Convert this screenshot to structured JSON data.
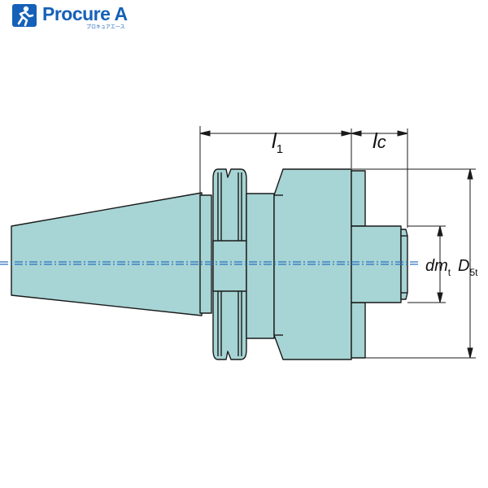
{
  "logo": {
    "name": "Procure A",
    "tagline": "プロキュアエース"
  },
  "diagram": {
    "labels": {
      "l1": "l",
      "l1_sub": "1",
      "lc": "l",
      "lc_sub": "c",
      "dmt": "dm",
      "dmt_sub": "t",
      "d5t": "D",
      "d5t_sub": "5t"
    }
  },
  "colors": {
    "body": "#a7d4d4",
    "outline": "#1a1a1a",
    "centerline": "#2a72c0",
    "logo": "#1560b8"
  }
}
